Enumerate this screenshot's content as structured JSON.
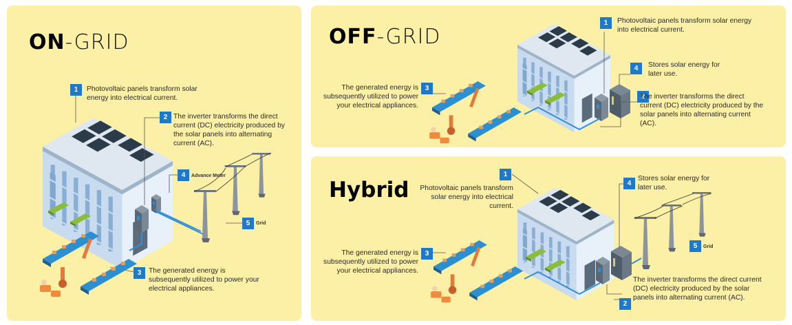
{
  "colors": {
    "panel": "#fcefa6",
    "badge": "#1f78c8",
    "text": "#2a2a2a",
    "wire": "#2f8fd8"
  },
  "on_grid": {
    "title_bold": "ON",
    "title_light": "-GRID",
    "steps": [
      {
        "num": "1",
        "text": "Photovoltaic panels transform solar energy into electrical current."
      },
      {
        "num": "2",
        "text": "The inverter transforms the direct current (DC) electricity produced by the solar panels into alternating current (AC)."
      },
      {
        "num": "3",
        "text": "The generated energy is subsequently utilized to power your electrical appliances."
      },
      {
        "num": "4",
        "text": "Advance Meter"
      },
      {
        "num": "5",
        "text": "Grid"
      }
    ]
  },
  "off_grid": {
    "title_bold": "OFF",
    "title_light": "-GRID",
    "steps": [
      {
        "num": "1",
        "text": "Photovoltaic panels transform solar energy into electrical current."
      },
      {
        "num": "2",
        "text": "The inverter transforms the direct current (DC) electricity produced by the solar panels into alternating current (AC)."
      },
      {
        "num": "3",
        "text": "The generated energy is subsequently utilized to power your electrical appliances."
      },
      {
        "num": "4",
        "text": "Stores solar energy for later use."
      }
    ]
  },
  "hybrid": {
    "title": "Hybrid",
    "steps": [
      {
        "num": "1",
        "text": "Photovoltaic panels transform solar energy into electrical current."
      },
      {
        "num": "2",
        "text": "The inverter transforms the direct current (DC) electricity produced by the solar panels into alternating current (AC)."
      },
      {
        "num": "3",
        "text": "The generated energy is subsequently utilized to power your electrical appliances."
      },
      {
        "num": "4",
        "text": "Stores solar energy for later use."
      },
      {
        "num": "5",
        "text": "Grid"
      }
    ]
  }
}
